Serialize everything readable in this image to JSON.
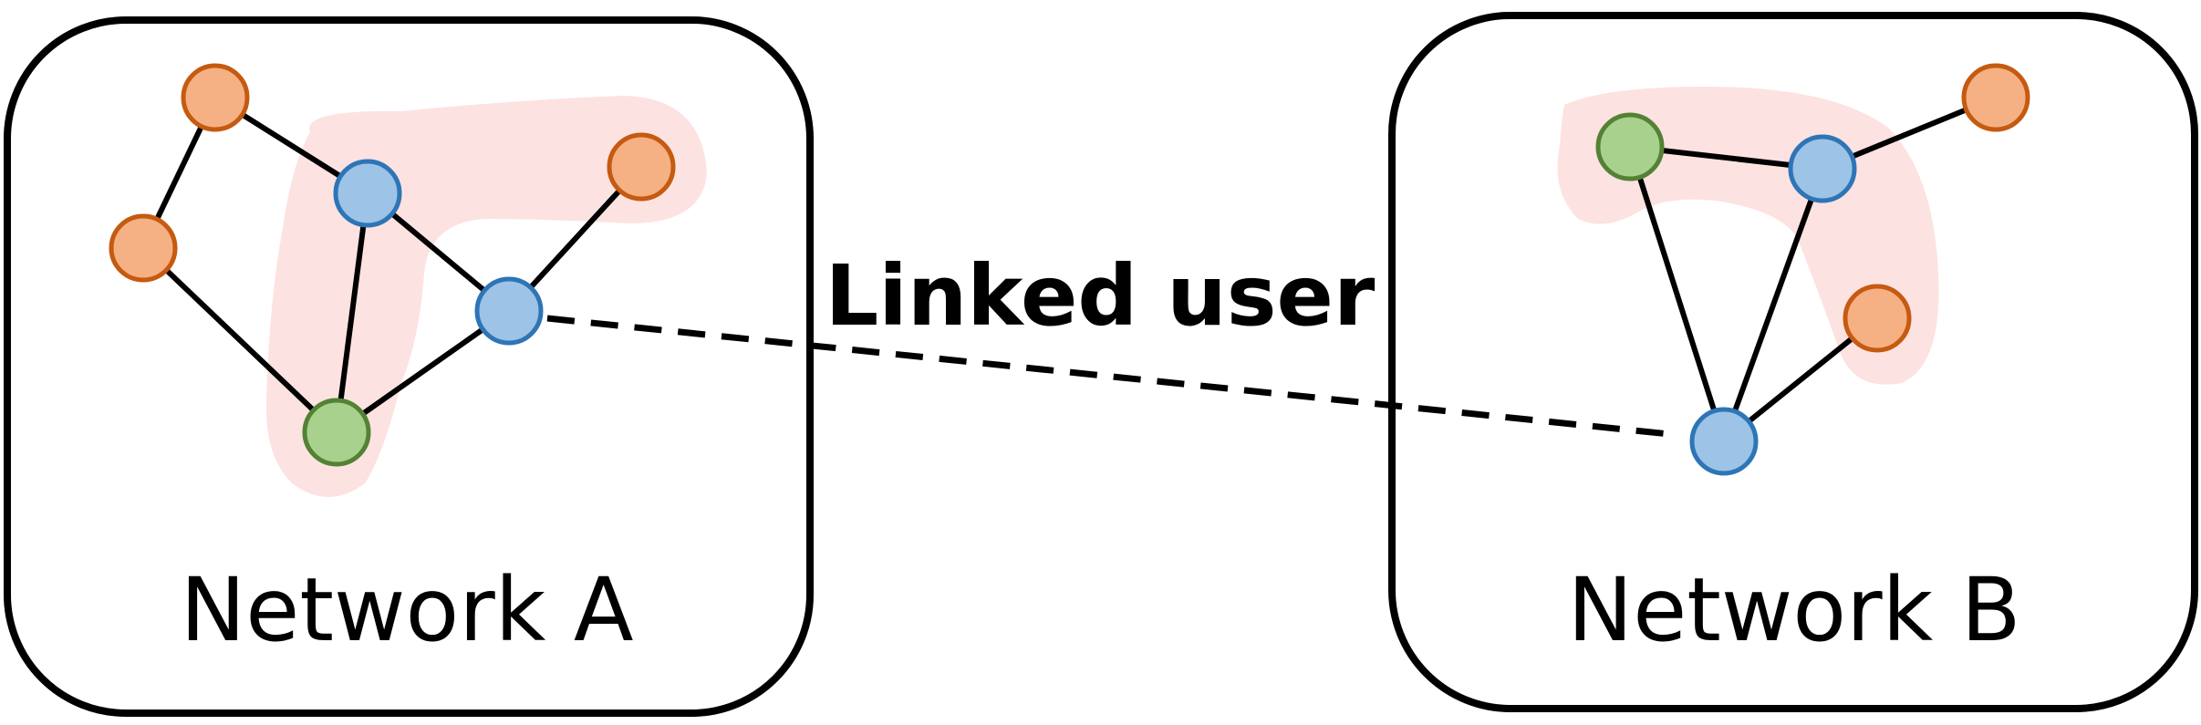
{
  "network_a": {
    "label": "Network A"
  },
  "network_b": {
    "label": "Network B"
  },
  "link": {
    "label": "Linked user"
  },
  "colors": {
    "orange_fill": "#F5B183",
    "orange_stroke": "#C55A11",
    "blue_fill": "#9DC3E6",
    "blue_stroke": "#2E75B6",
    "green_fill": "#A9D18E",
    "green_stroke": "#548235",
    "highlight": "#FDE2E2",
    "border": "#000000"
  }
}
